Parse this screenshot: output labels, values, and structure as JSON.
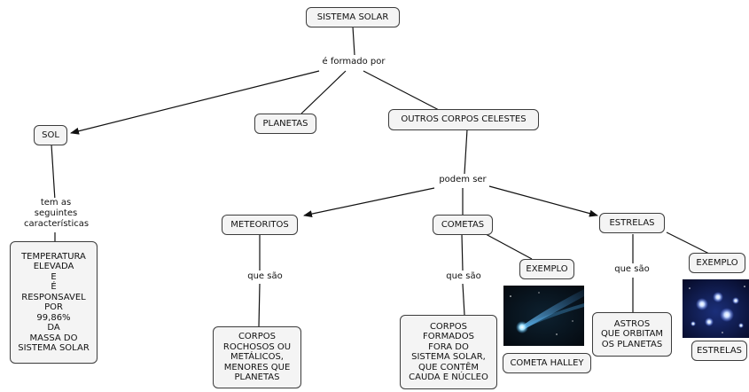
{
  "nodes": {
    "sistema_solar": "SISTEMA SOLAR",
    "sol": "SOL",
    "planetas": "PLANETAS",
    "outros_corpos": "OUTROS CORPOS CELESTES",
    "caracteristicas": "TEMPERATURA\nELEVADA\nE\nÉ\nRESPONSAVEL\nPOR\n99,86%\nDA\nMASSA DO\nSISTEMA SOLAR",
    "meteoritos": "METEORITOS",
    "cometas": "COMETAS",
    "estrelas": "ESTRELAS",
    "corpos_rochosos": "CORPOS\nROCHOSOS OU\nMETÁLICOS,\nMENORES QUE\nPLANETAS",
    "corpos_formados": "CORPOS\nFORMADOS\nFORA DO\nSISTEMA SOLAR,\nQUE CONTÊM\nCAUDA E NÚCLEO",
    "exemplo_cometa": "EXEMPLO",
    "cometa_halley": "COMETA HALLEY",
    "astros": "ASTROS\nQUE ORBITAM\nOS PLANETAS",
    "exemplo_estrela": "EXEMPLO",
    "estrelas_img": "ESTRELAS"
  },
  "links": {
    "e_formado_por": "é formado por",
    "tem_as": "tem as\nseguintes\ncaracterísticas",
    "podem_ser": "podem ser",
    "que_sao_meteoritos": "que são",
    "que_sao_cometas": "que são",
    "que_sao_estrelas": "que são"
  },
  "images": {
    "comet_photo": "comet-photo",
    "star_cluster_photo": "star-cluster-photo"
  }
}
